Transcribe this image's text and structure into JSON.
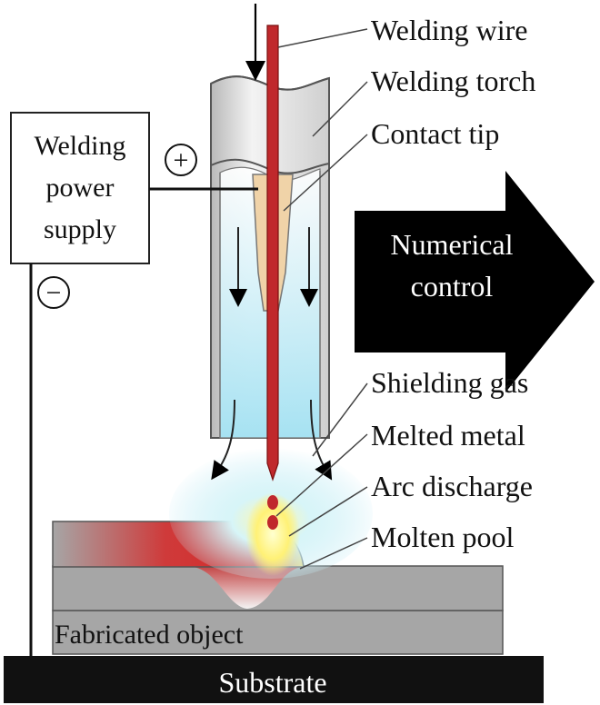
{
  "labels": {
    "welding_wire": "Welding wire",
    "welding_torch": "Welding torch",
    "contact_tip": "Contact tip",
    "shielding_gas": "Shielding gas",
    "melted_metal": "Melted metal",
    "arc_discharge": "Arc discharge",
    "molten_pool": "Molten pool",
    "fabricated_object": "Fabricated object",
    "substrate": "Substrate",
    "power_supply_line1": "Welding",
    "power_supply_line2": "power",
    "power_supply_line3": "supply",
    "numerical_control_line1": "Numerical",
    "numerical_control_line2": "control",
    "plus_sign": "+",
    "minus_sign": "−"
  },
  "colors": {
    "wire": "#c0282c",
    "molten": "#d42a2a",
    "contact_tip": "#f0d3a8",
    "torch_body": "#e6e6e6",
    "shielding_gas": "#bfe9f4",
    "layer_gray": "#a6a6a6",
    "substrate": "#111111",
    "arrow": "#000000",
    "arc": "#fff59a"
  }
}
